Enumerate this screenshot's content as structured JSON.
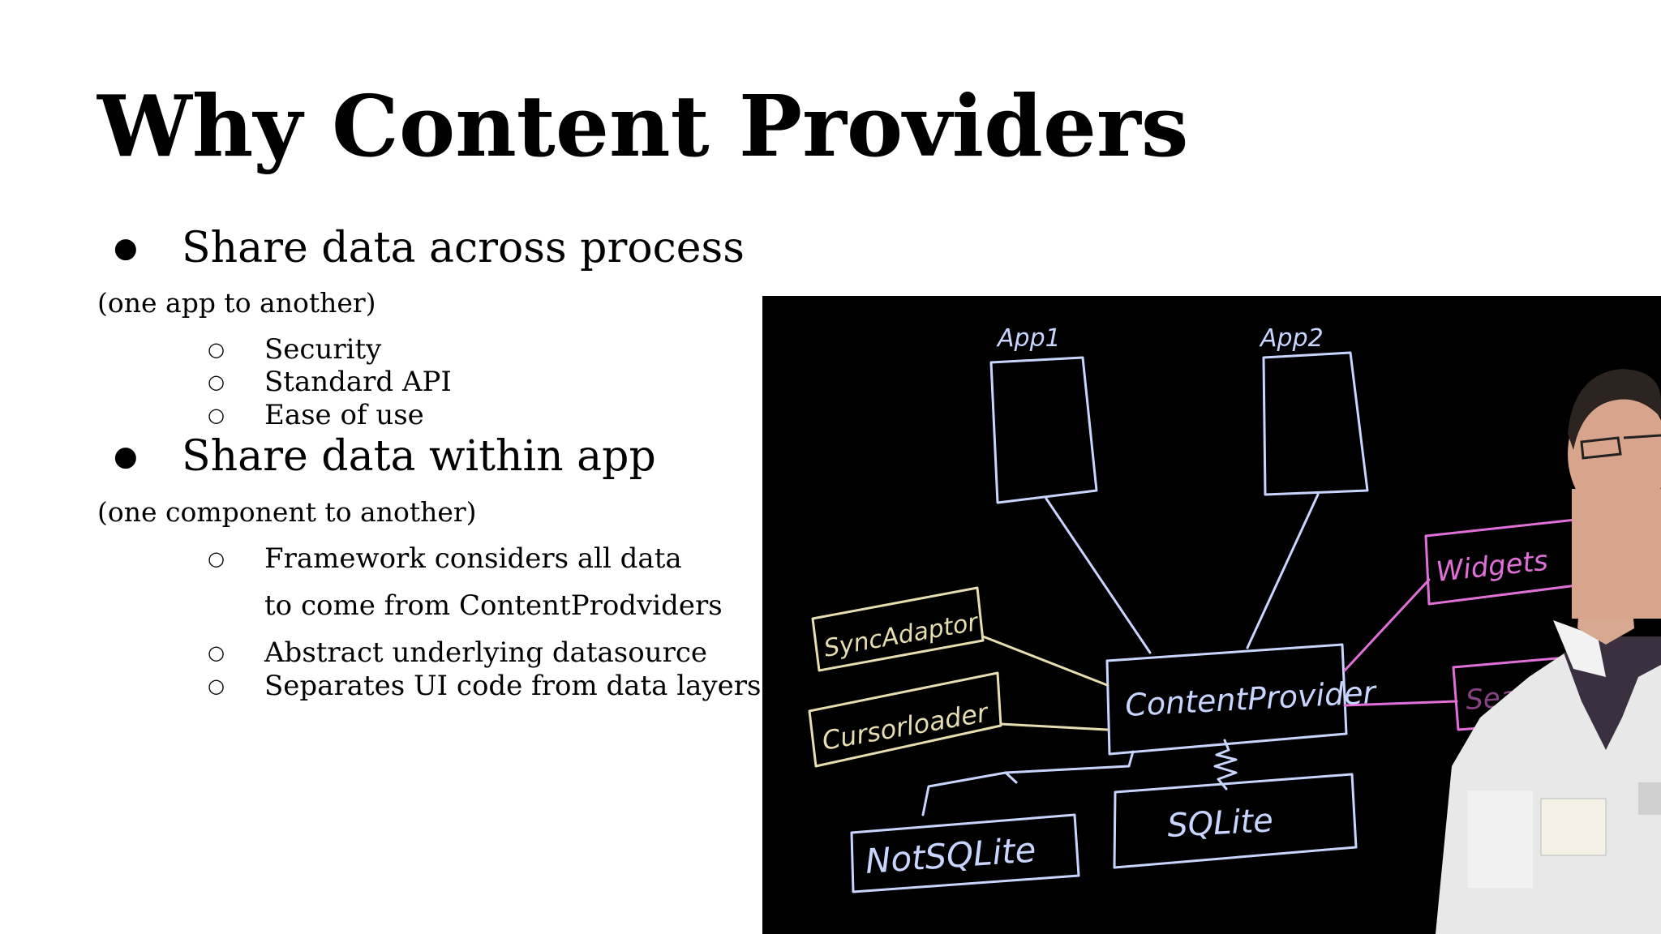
{
  "slide": {
    "title": "Why Content Providers",
    "bullets": [
      {
        "text": "Share data across process",
        "note": "(one app to another)",
        "sub": [
          "Security",
          "Standard API",
          "Ease of use"
        ]
      },
      {
        "text": "Share data within app",
        "note": "(one component to another)",
        "sub": [
          "Framework considers all data",
          "to come from ContentProdviders",
          "Abstract underlying datasource",
          "Separates UI code from data layers"
        ]
      }
    ],
    "bullet_glyph": "●",
    "sub_bullet_glyph": "○"
  },
  "diagram": {
    "labels": {
      "app1": "App1",
      "app2": "App2",
      "content_provider": "ContentProvider",
      "sync_adaptor": "SyncAdaptor",
      "cursor_loader": "Cursorloader",
      "widgets": "Widgets",
      "search": "Search",
      "sqlite": "SQLite",
      "nosqlite": "NotSQLite"
    },
    "colors": {
      "background": "#000000",
      "blue_ink": "#c8d6ff",
      "yellow_ink": "#e6ddb0",
      "pink_ink": "#e070d8"
    }
  }
}
